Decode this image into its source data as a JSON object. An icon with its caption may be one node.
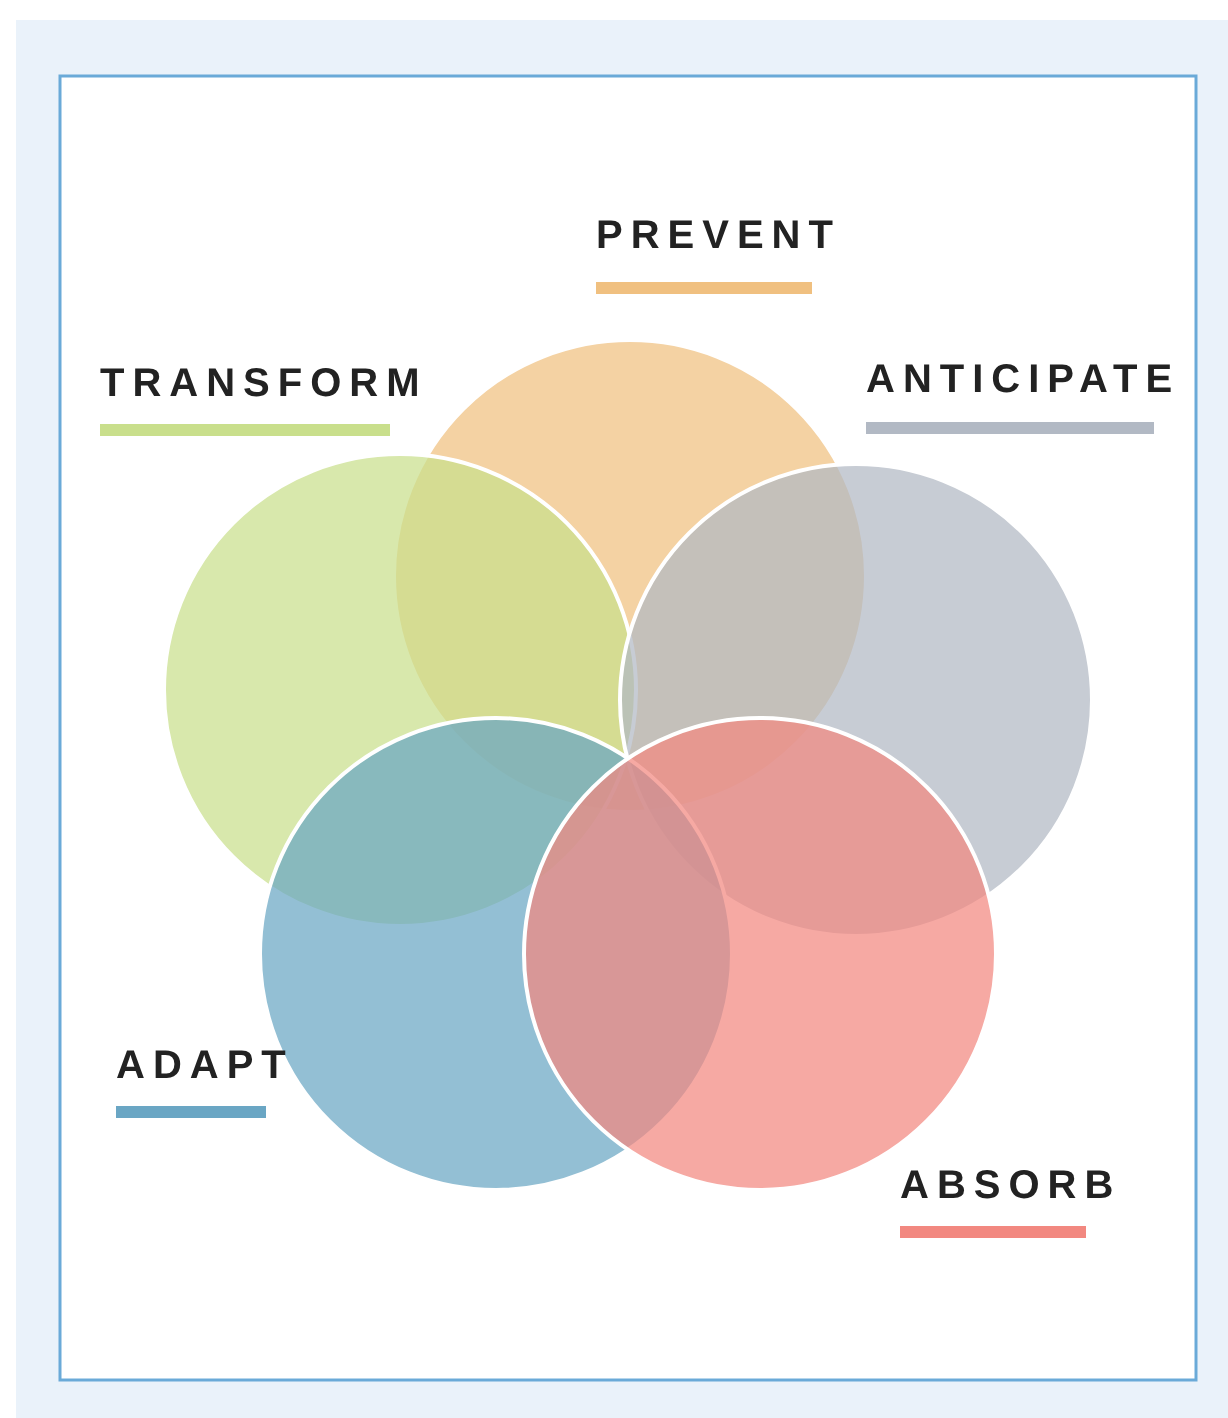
{
  "diagram": {
    "legend": [
      {
        "text": "PREVENT",
        "color": "#f0c080"
      },
      {
        "text": "TRANSFORM",
        "color": "#c9df8c"
      },
      {
        "text": "ANTICIPATE",
        "color": "#b2b9c4"
      },
      {
        "text": "ADAPT",
        "color": "#6aa6c4"
      },
      {
        "text": "ABSORB",
        "color": "#f28880"
      }
    ]
  }
}
